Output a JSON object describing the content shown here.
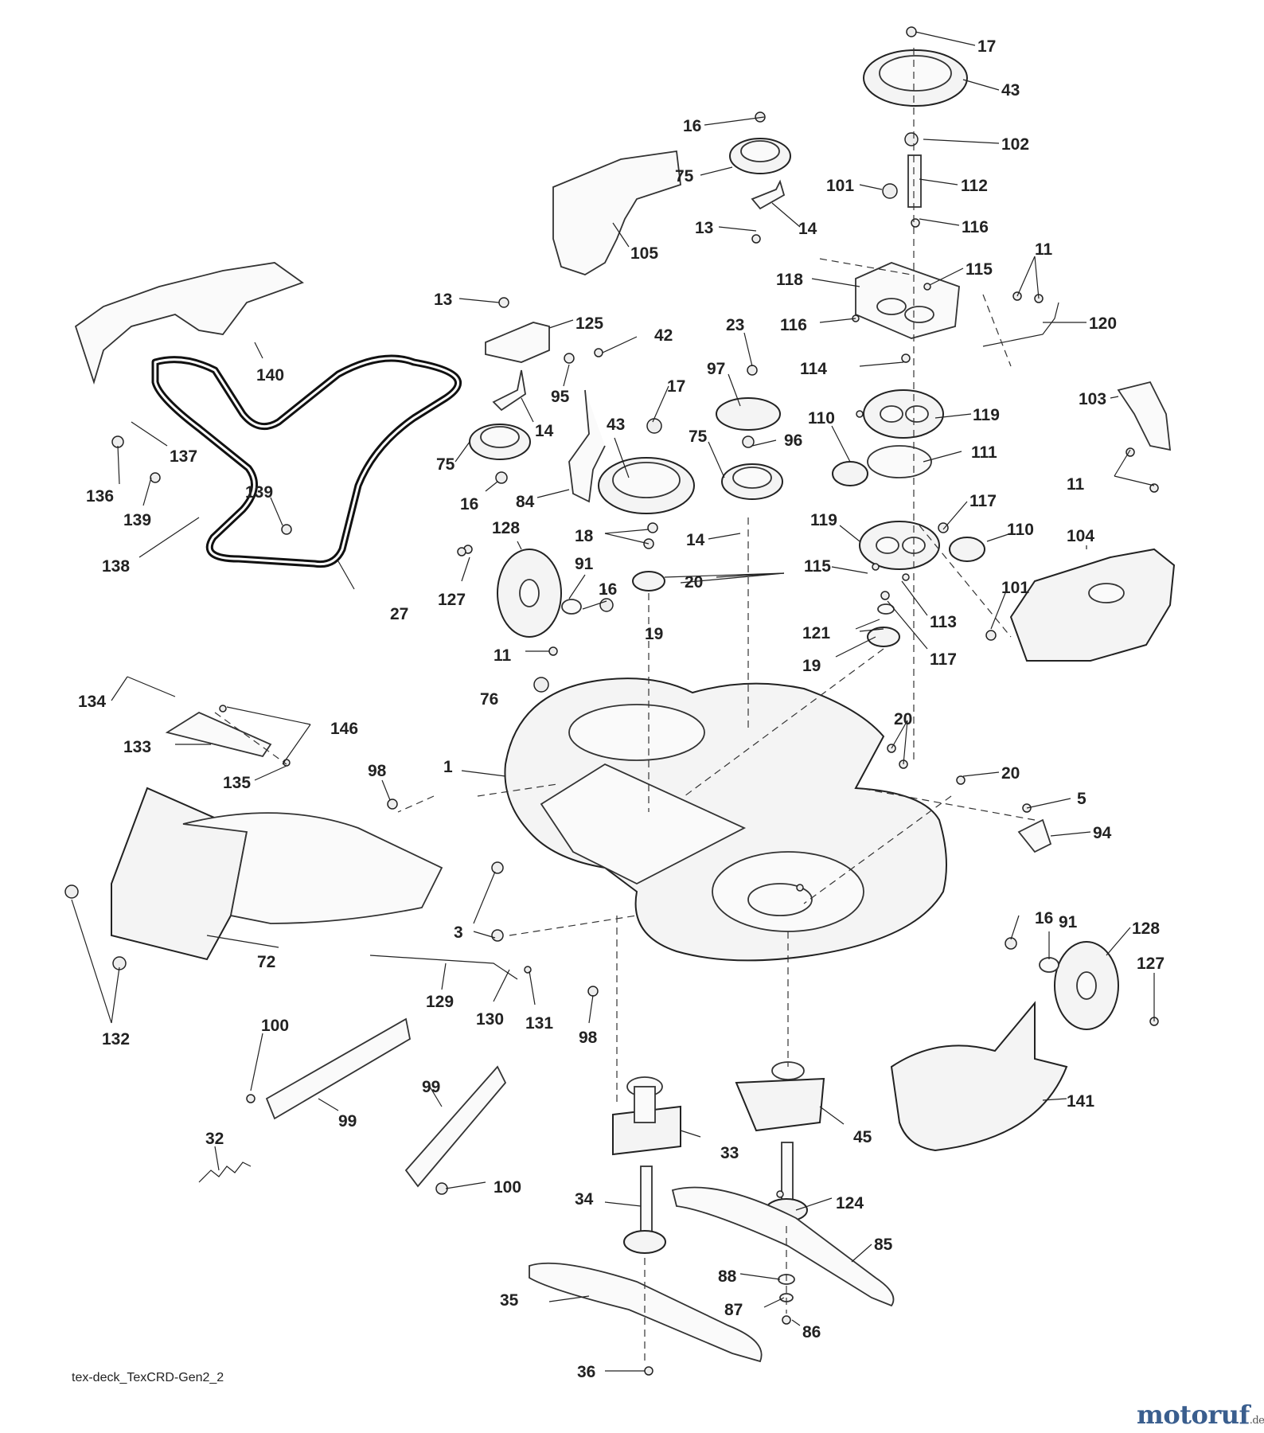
{
  "footer": {
    "diagram_code": "tex-deck_TexCRD-Gen2_2"
  },
  "brand": {
    "name": "motoruf",
    "suffix": ".de"
  },
  "callouts": [
    {
      "id": "c17a",
      "text": "17"
    },
    {
      "id": "c43a",
      "text": "43"
    },
    {
      "id": "c102",
      "text": "102"
    },
    {
      "id": "c16a",
      "text": "16"
    },
    {
      "id": "c75a",
      "text": "75"
    },
    {
      "id": "c101a",
      "text": "101"
    },
    {
      "id": "c112",
      "text": "112"
    },
    {
      "id": "c13a",
      "text": "13"
    },
    {
      "id": "c14a",
      "text": "14"
    },
    {
      "id": "c105",
      "text": "105"
    },
    {
      "id": "c116a",
      "text": "116"
    },
    {
      "id": "c11a",
      "text": "11"
    },
    {
      "id": "c115a",
      "text": "115"
    },
    {
      "id": "c118",
      "text": "118"
    },
    {
      "id": "c116b",
      "text": "116"
    },
    {
      "id": "c120",
      "text": "120"
    },
    {
      "id": "c13b",
      "text": "13"
    },
    {
      "id": "c125",
      "text": "125"
    },
    {
      "id": "c42",
      "text": "42"
    },
    {
      "id": "c23",
      "text": "23"
    },
    {
      "id": "c140",
      "text": "140"
    },
    {
      "id": "c114",
      "text": "114"
    },
    {
      "id": "c95",
      "text": "95"
    },
    {
      "id": "c97",
      "text": "97"
    },
    {
      "id": "c17b",
      "text": "17"
    },
    {
      "id": "c103",
      "text": "103"
    },
    {
      "id": "c110a",
      "text": "110"
    },
    {
      "id": "c119a",
      "text": "119"
    },
    {
      "id": "c43b",
      "text": "43"
    },
    {
      "id": "c14b",
      "text": "14"
    },
    {
      "id": "c137",
      "text": "137"
    },
    {
      "id": "c75b",
      "text": "75"
    },
    {
      "id": "c96",
      "text": "96"
    },
    {
      "id": "c111",
      "text": "111"
    },
    {
      "id": "c75c",
      "text": "75"
    },
    {
      "id": "c11b",
      "text": "11"
    },
    {
      "id": "c136",
      "text": "136"
    },
    {
      "id": "c139a",
      "text": "139"
    },
    {
      "id": "c16b",
      "text": "16"
    },
    {
      "id": "c84",
      "text": "84"
    },
    {
      "id": "c117a",
      "text": "117"
    },
    {
      "id": "c139b",
      "text": "139"
    },
    {
      "id": "c119b",
      "text": "119"
    },
    {
      "id": "c110b",
      "text": "110"
    },
    {
      "id": "c128a",
      "text": "128"
    },
    {
      "id": "c18",
      "text": "18"
    },
    {
      "id": "c104",
      "text": "104"
    },
    {
      "id": "c14c",
      "text": "14"
    },
    {
      "id": "c138",
      "text": "138"
    },
    {
      "id": "c91a",
      "text": "91"
    },
    {
      "id": "c115b",
      "text": "115"
    },
    {
      "id": "c20a",
      "text": "20"
    },
    {
      "id": "c101b",
      "text": "101"
    },
    {
      "id": "c127a",
      "text": "127"
    },
    {
      "id": "c16c",
      "text": "16"
    },
    {
      "id": "c27",
      "text": "27"
    },
    {
      "id": "c113",
      "text": "113"
    },
    {
      "id": "c19a",
      "text": "19"
    },
    {
      "id": "c121",
      "text": "121"
    },
    {
      "id": "c11c",
      "text": "11"
    },
    {
      "id": "c19b",
      "text": "19"
    },
    {
      "id": "c117b",
      "text": "117"
    },
    {
      "id": "c134",
      "text": "134"
    },
    {
      "id": "c76",
      "text": "76"
    },
    {
      "id": "c146",
      "text": "146"
    },
    {
      "id": "c20b",
      "text": "20"
    },
    {
      "id": "c133",
      "text": "133"
    },
    {
      "id": "c98a",
      "text": "98"
    },
    {
      "id": "c1",
      "text": "1"
    },
    {
      "id": "c135",
      "text": "135"
    },
    {
      "id": "c20c",
      "text": "20"
    },
    {
      "id": "c5",
      "text": "5"
    },
    {
      "id": "c94",
      "text": "94"
    },
    {
      "id": "c3",
      "text": "3"
    },
    {
      "id": "c16d",
      "text": "16"
    },
    {
      "id": "c91b",
      "text": "91"
    },
    {
      "id": "c128b",
      "text": "128"
    },
    {
      "id": "c72",
      "text": "72"
    },
    {
      "id": "c127b",
      "text": "127"
    },
    {
      "id": "c129",
      "text": "129"
    },
    {
      "id": "c130",
      "text": "130"
    },
    {
      "id": "c131",
      "text": "131"
    },
    {
      "id": "c98b",
      "text": "98"
    },
    {
      "id": "c132",
      "text": "132"
    },
    {
      "id": "c100a",
      "text": "100"
    },
    {
      "id": "c99a",
      "text": "99"
    },
    {
      "id": "c141",
      "text": "141"
    },
    {
      "id": "c99b",
      "text": "99"
    },
    {
      "id": "c33",
      "text": "33"
    },
    {
      "id": "c45",
      "text": "45"
    },
    {
      "id": "c32",
      "text": "32"
    },
    {
      "id": "c100b",
      "text": "100"
    },
    {
      "id": "c34",
      "text": "34"
    },
    {
      "id": "c124",
      "text": "124"
    },
    {
      "id": "c85",
      "text": "85"
    },
    {
      "id": "c88",
      "text": "88"
    },
    {
      "id": "c35",
      "text": "35"
    },
    {
      "id": "c87",
      "text": "87"
    },
    {
      "id": "c86",
      "text": "86"
    },
    {
      "id": "c36",
      "text": "36"
    }
  ]
}
